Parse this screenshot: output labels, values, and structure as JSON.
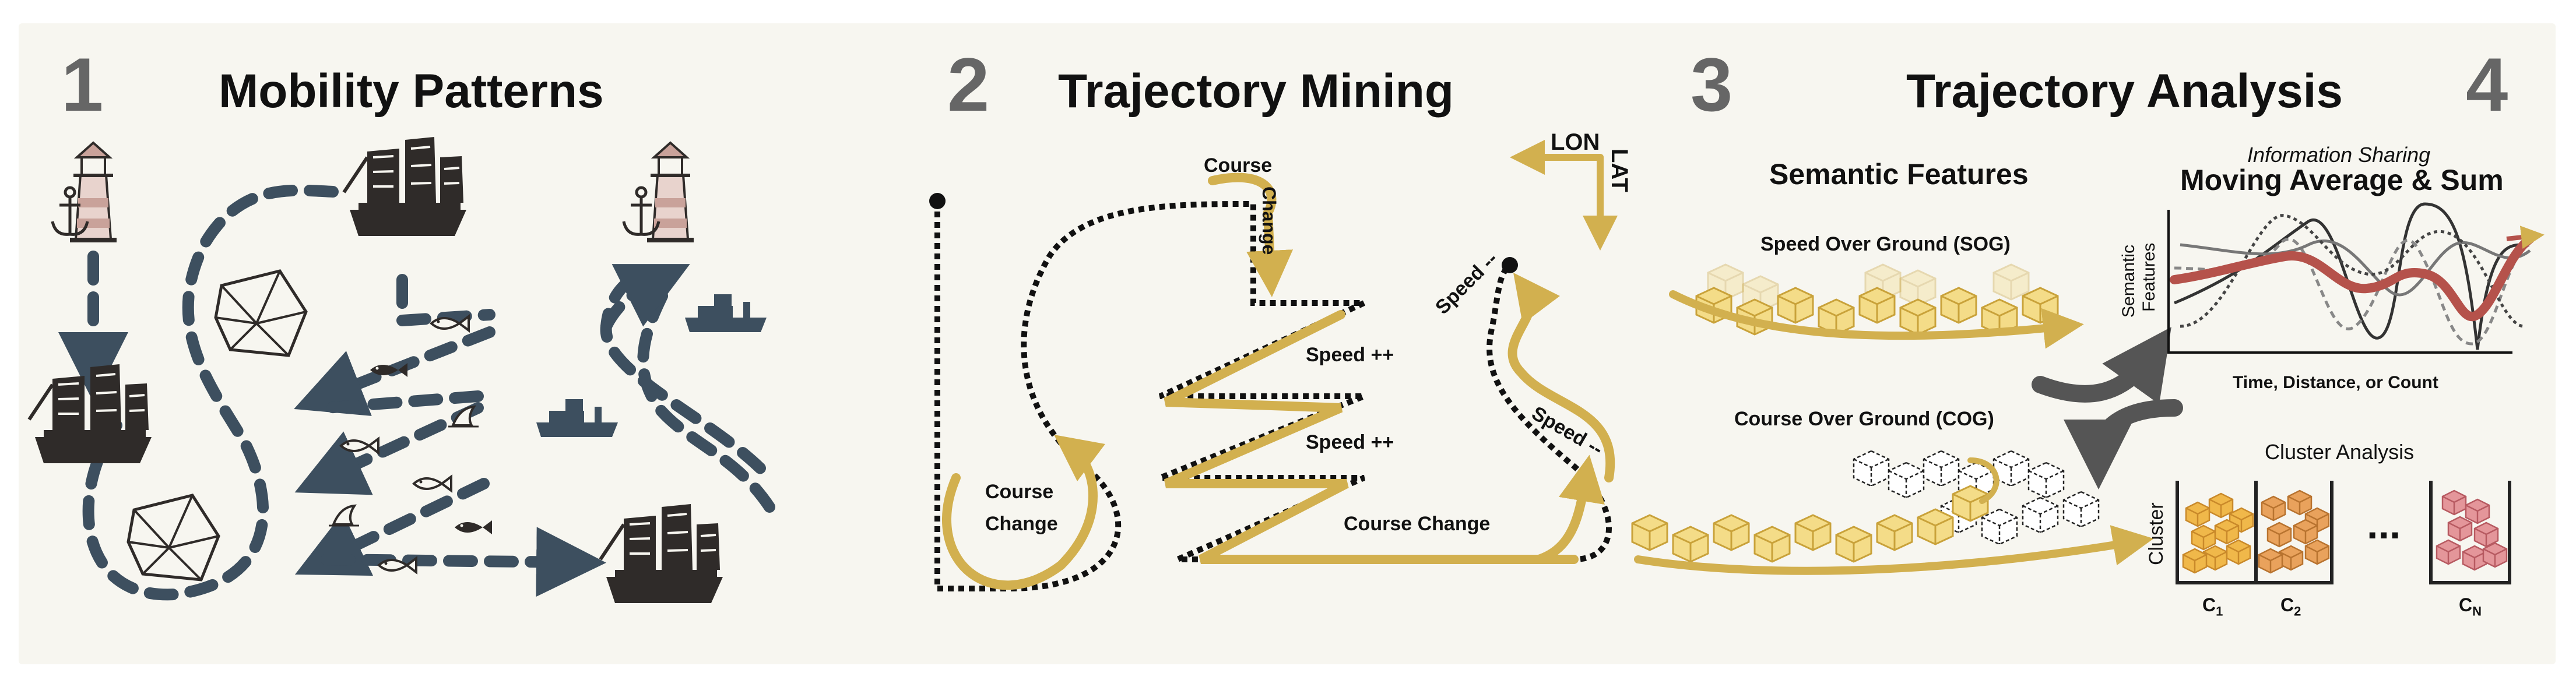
{
  "panels": [
    {
      "number": "1",
      "title": "Mobility Patterns"
    },
    {
      "number": "2",
      "title": "Trajectory Mining"
    },
    {
      "number": "3",
      "title": "Trajectory Analysis"
    },
    {
      "number": "4"
    }
  ],
  "mining": {
    "course_change_top_1": "Course",
    "course_change_top_2": "Change",
    "speed_up_1": "Speed ++",
    "speed_up_2": "Speed ++",
    "course_change_left_1": "Course",
    "course_change_left_2": "Change",
    "course_change_bottom": "Course Change",
    "speed_down_1": "Speed --",
    "speed_down_2": "Speed --",
    "lon": "LON",
    "lat": "LAT"
  },
  "analysis": {
    "semantic_features": "Semantic Features",
    "sog": "Speed Over Ground (SOG)",
    "cog": "Course Over Ground (COG)"
  },
  "aggregation": {
    "info_sharing": "Information Sharing",
    "title": "Moving Average & Sum",
    "y_label_1": "Semantic",
    "y_label_2": "Features",
    "x_label": "Time, Distance, or Count",
    "cluster_title": "Cluster Analysis",
    "cluster_axis": "Cluster",
    "ellipsis": "...",
    "c1": "C",
    "c1_sub": "1",
    "c2": "C",
    "c2_sub": "2",
    "cn": "C",
    "cn_sub": "N"
  },
  "colors": {
    "panel_bg": "#f7f6f0",
    "dash_blue": "#3d4f5f",
    "gold": "#d2b04f",
    "red": "#b5524b",
    "dark": "#2f2b29",
    "number_gray": "#666666"
  }
}
